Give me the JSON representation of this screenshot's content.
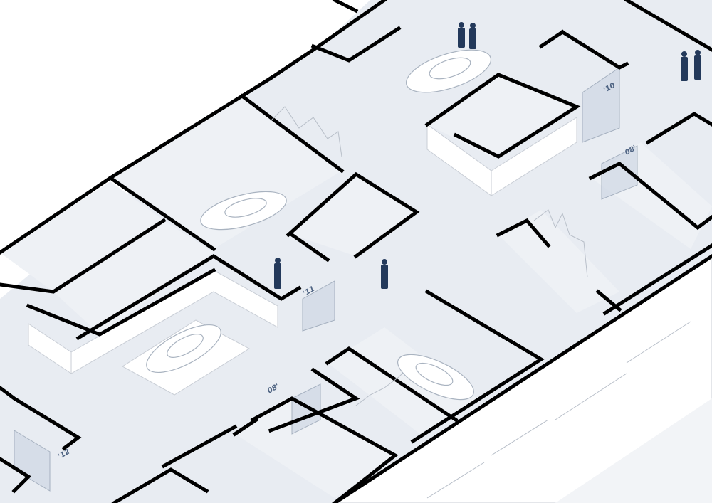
{
  "diagram": {
    "type": "isometric floor plan",
    "room_labels": [
      "'10",
      "08'",
      "'11",
      "08'",
      "'12"
    ],
    "colors": {
      "floor": "#e8ecf2",
      "walls": "#000000",
      "figures": "#23395b",
      "glass": "#cfd8e4"
    }
  }
}
